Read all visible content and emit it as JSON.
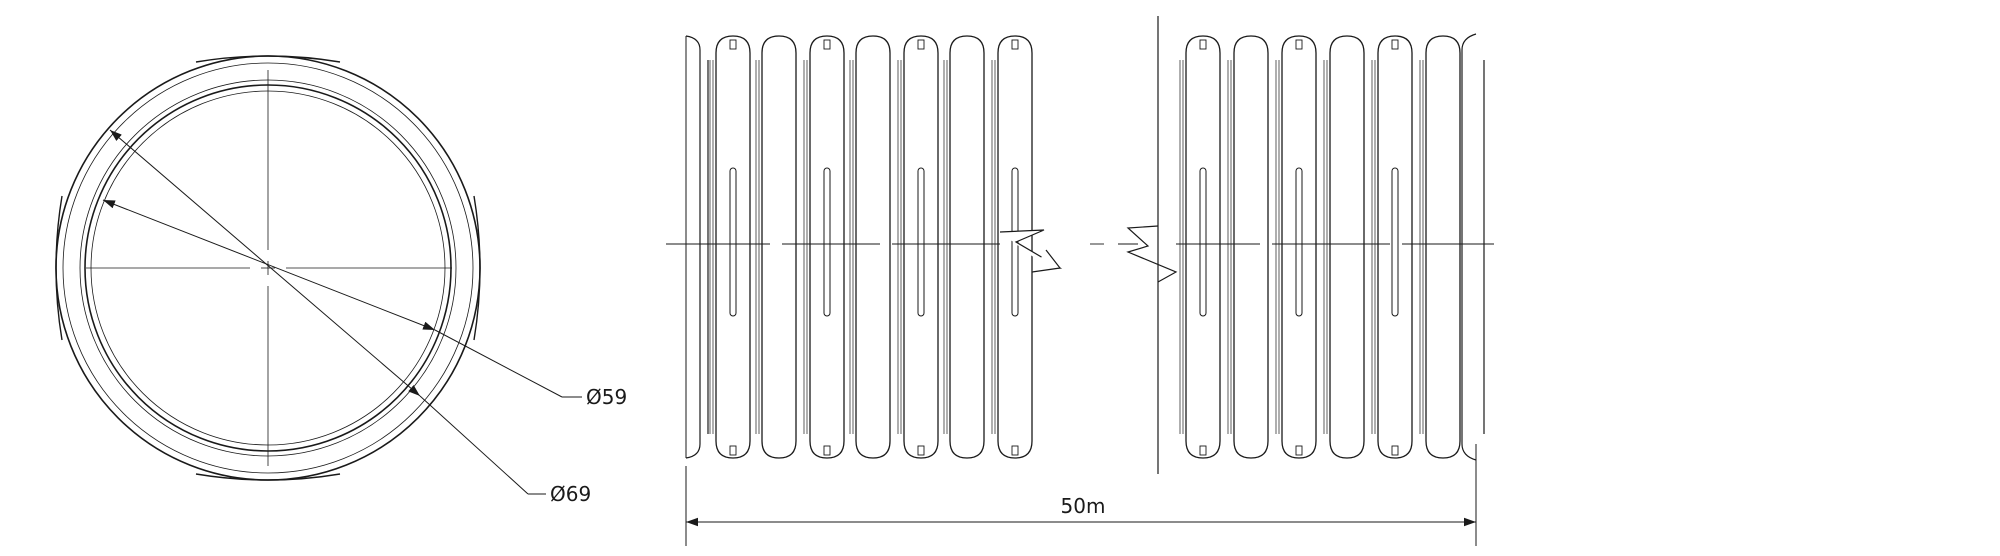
{
  "dimensions": {
    "inner_diameter": "Ø59",
    "outer_diameter": "Ø69",
    "length": "50m"
  },
  "colors": {
    "line": "#1a1a1a",
    "background": "#ffffff"
  }
}
